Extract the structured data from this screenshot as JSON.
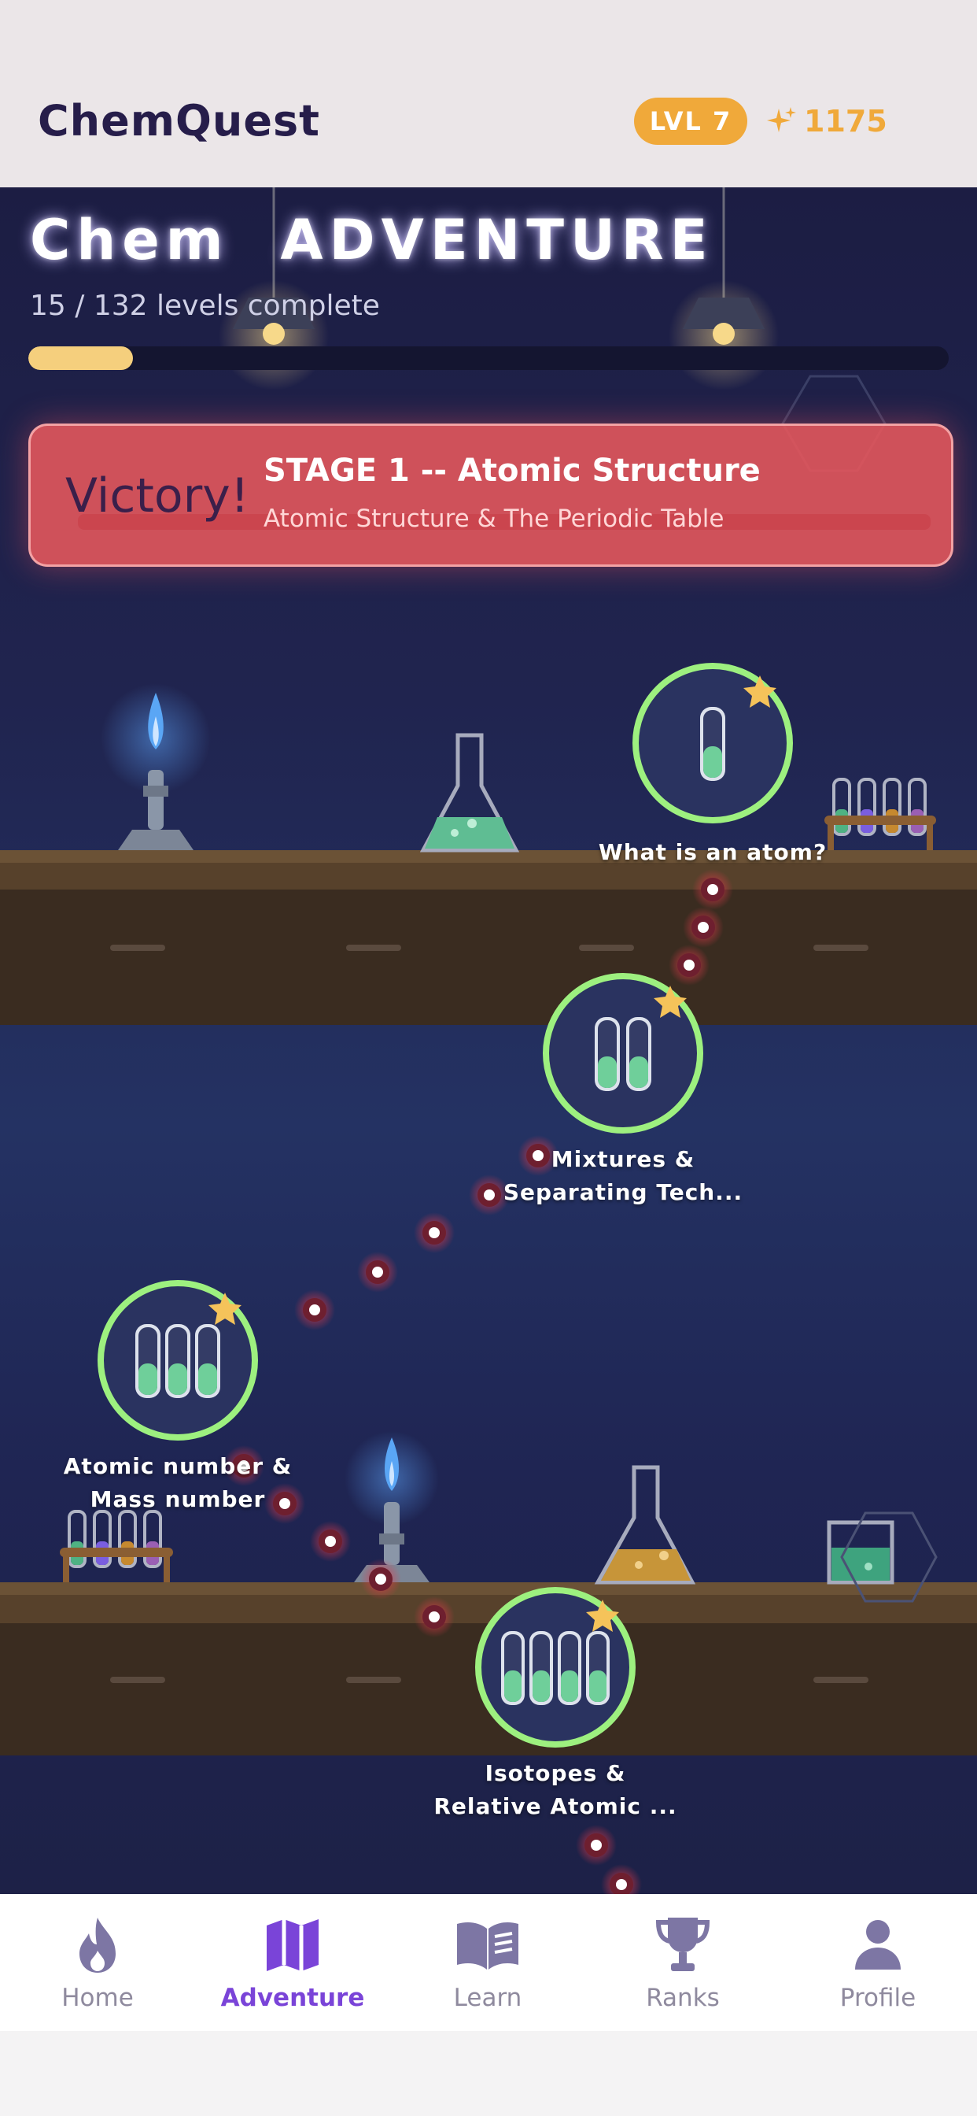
{
  "header": {
    "app_title": "ChemQuest",
    "level_badge": "LVL 7",
    "xp_value": "1175",
    "xp_icon": "sparkle-icon"
  },
  "adventure": {
    "title": "Chem  ADVENTURE",
    "progress_text": "15 / 132 levels complete",
    "progress_fraction": 0.114
  },
  "banner": {
    "status": "Victory!",
    "stage_title": "STAGE 1 -- Atomic Structure",
    "stage_subtitle": "Atomic Structure & The Periodic Table"
  },
  "nodes": [
    {
      "label_line1": "What is an atom?",
      "label_line2": "",
      "tubes": 1,
      "starred": true
    },
    {
      "label_line1": "Mixtures &",
      "label_line2": "Separating Tech...",
      "tubes": 2,
      "starred": true
    },
    {
      "label_line1": "Atomic number &",
      "label_line2": "Mass number",
      "tubes": 3,
      "starred": true
    },
    {
      "label_line1": "Isotopes &",
      "label_line2": "Relative Atomic ...",
      "tubes": 4,
      "starred": true
    }
  ],
  "tabs": [
    {
      "label": "Home",
      "icon": "flame-icon"
    },
    {
      "label": "Adventure",
      "icon": "map-icon"
    },
    {
      "label": "Learn",
      "icon": "book-icon"
    },
    {
      "label": "Ranks",
      "icon": "trophy-icon"
    },
    {
      "label": "Profile",
      "icon": "person-icon"
    }
  ],
  "colors": {
    "accent": "#7a44d8",
    "badge": "#f0a93a",
    "node_ring": "#9df07f",
    "banner": "#e8585c",
    "liquid": "#6fcf9a"
  }
}
